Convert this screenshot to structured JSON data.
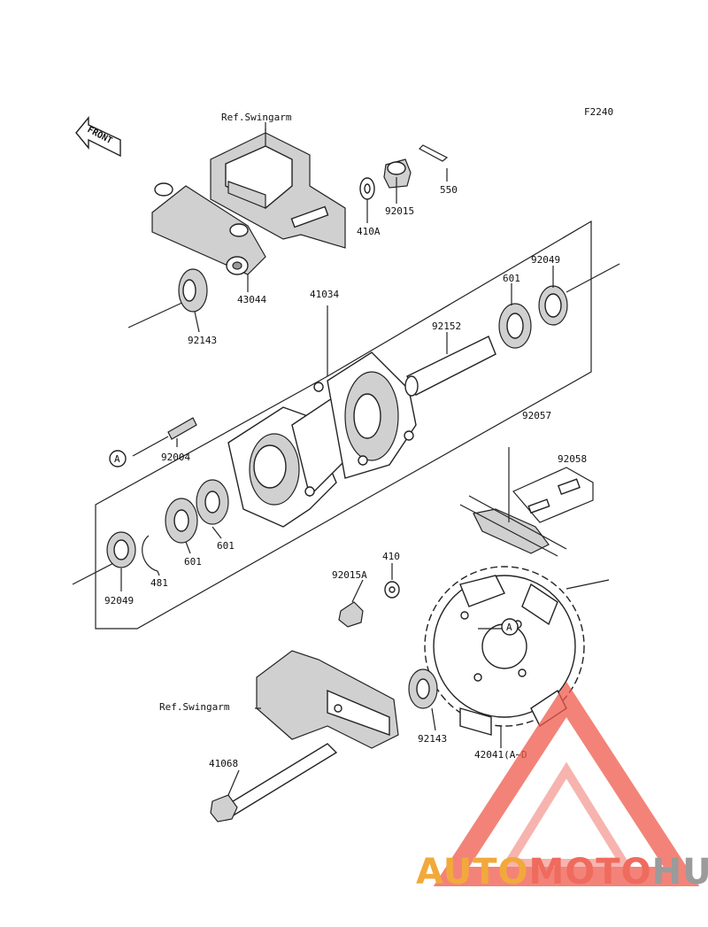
{
  "diagram": {
    "figure_code": "F2240",
    "front_label": "FRONT",
    "labels": {
      "ref_swingarm_top": "Ref.Swingarm",
      "ref_swingarm_bottom": "Ref.Swingarm",
      "p550": "550",
      "p92015": "92015",
      "p410A": "410A",
      "p43044": "43044",
      "p92143_top": "92143",
      "p41034": "41034",
      "p92049_top": "92049",
      "p601_top": "601",
      "p92152": "92152",
      "p92057": "92057",
      "p92058": "92058",
      "p92004": "92004",
      "ref_a_left": "A",
      "ref_a_sprocket": "A",
      "p601_mid": "601",
      "p601_low": "601",
      "p481": "481",
      "p92049_bottom": "92049",
      "p410": "410",
      "p92015A": "92015A",
      "p92143_bottom": "92143",
      "p42041": "42041(A~D",
      "p41068": "41068"
    }
  },
  "watermark": {
    "part1": "AUTO",
    "part2": "MOTO",
    "part3": "HUB",
    "color1": "#f2a93b",
    "color2": "#ef6b5e",
    "color3": "#9b9b9b",
    "triangle_color": "#ef5a4c"
  }
}
